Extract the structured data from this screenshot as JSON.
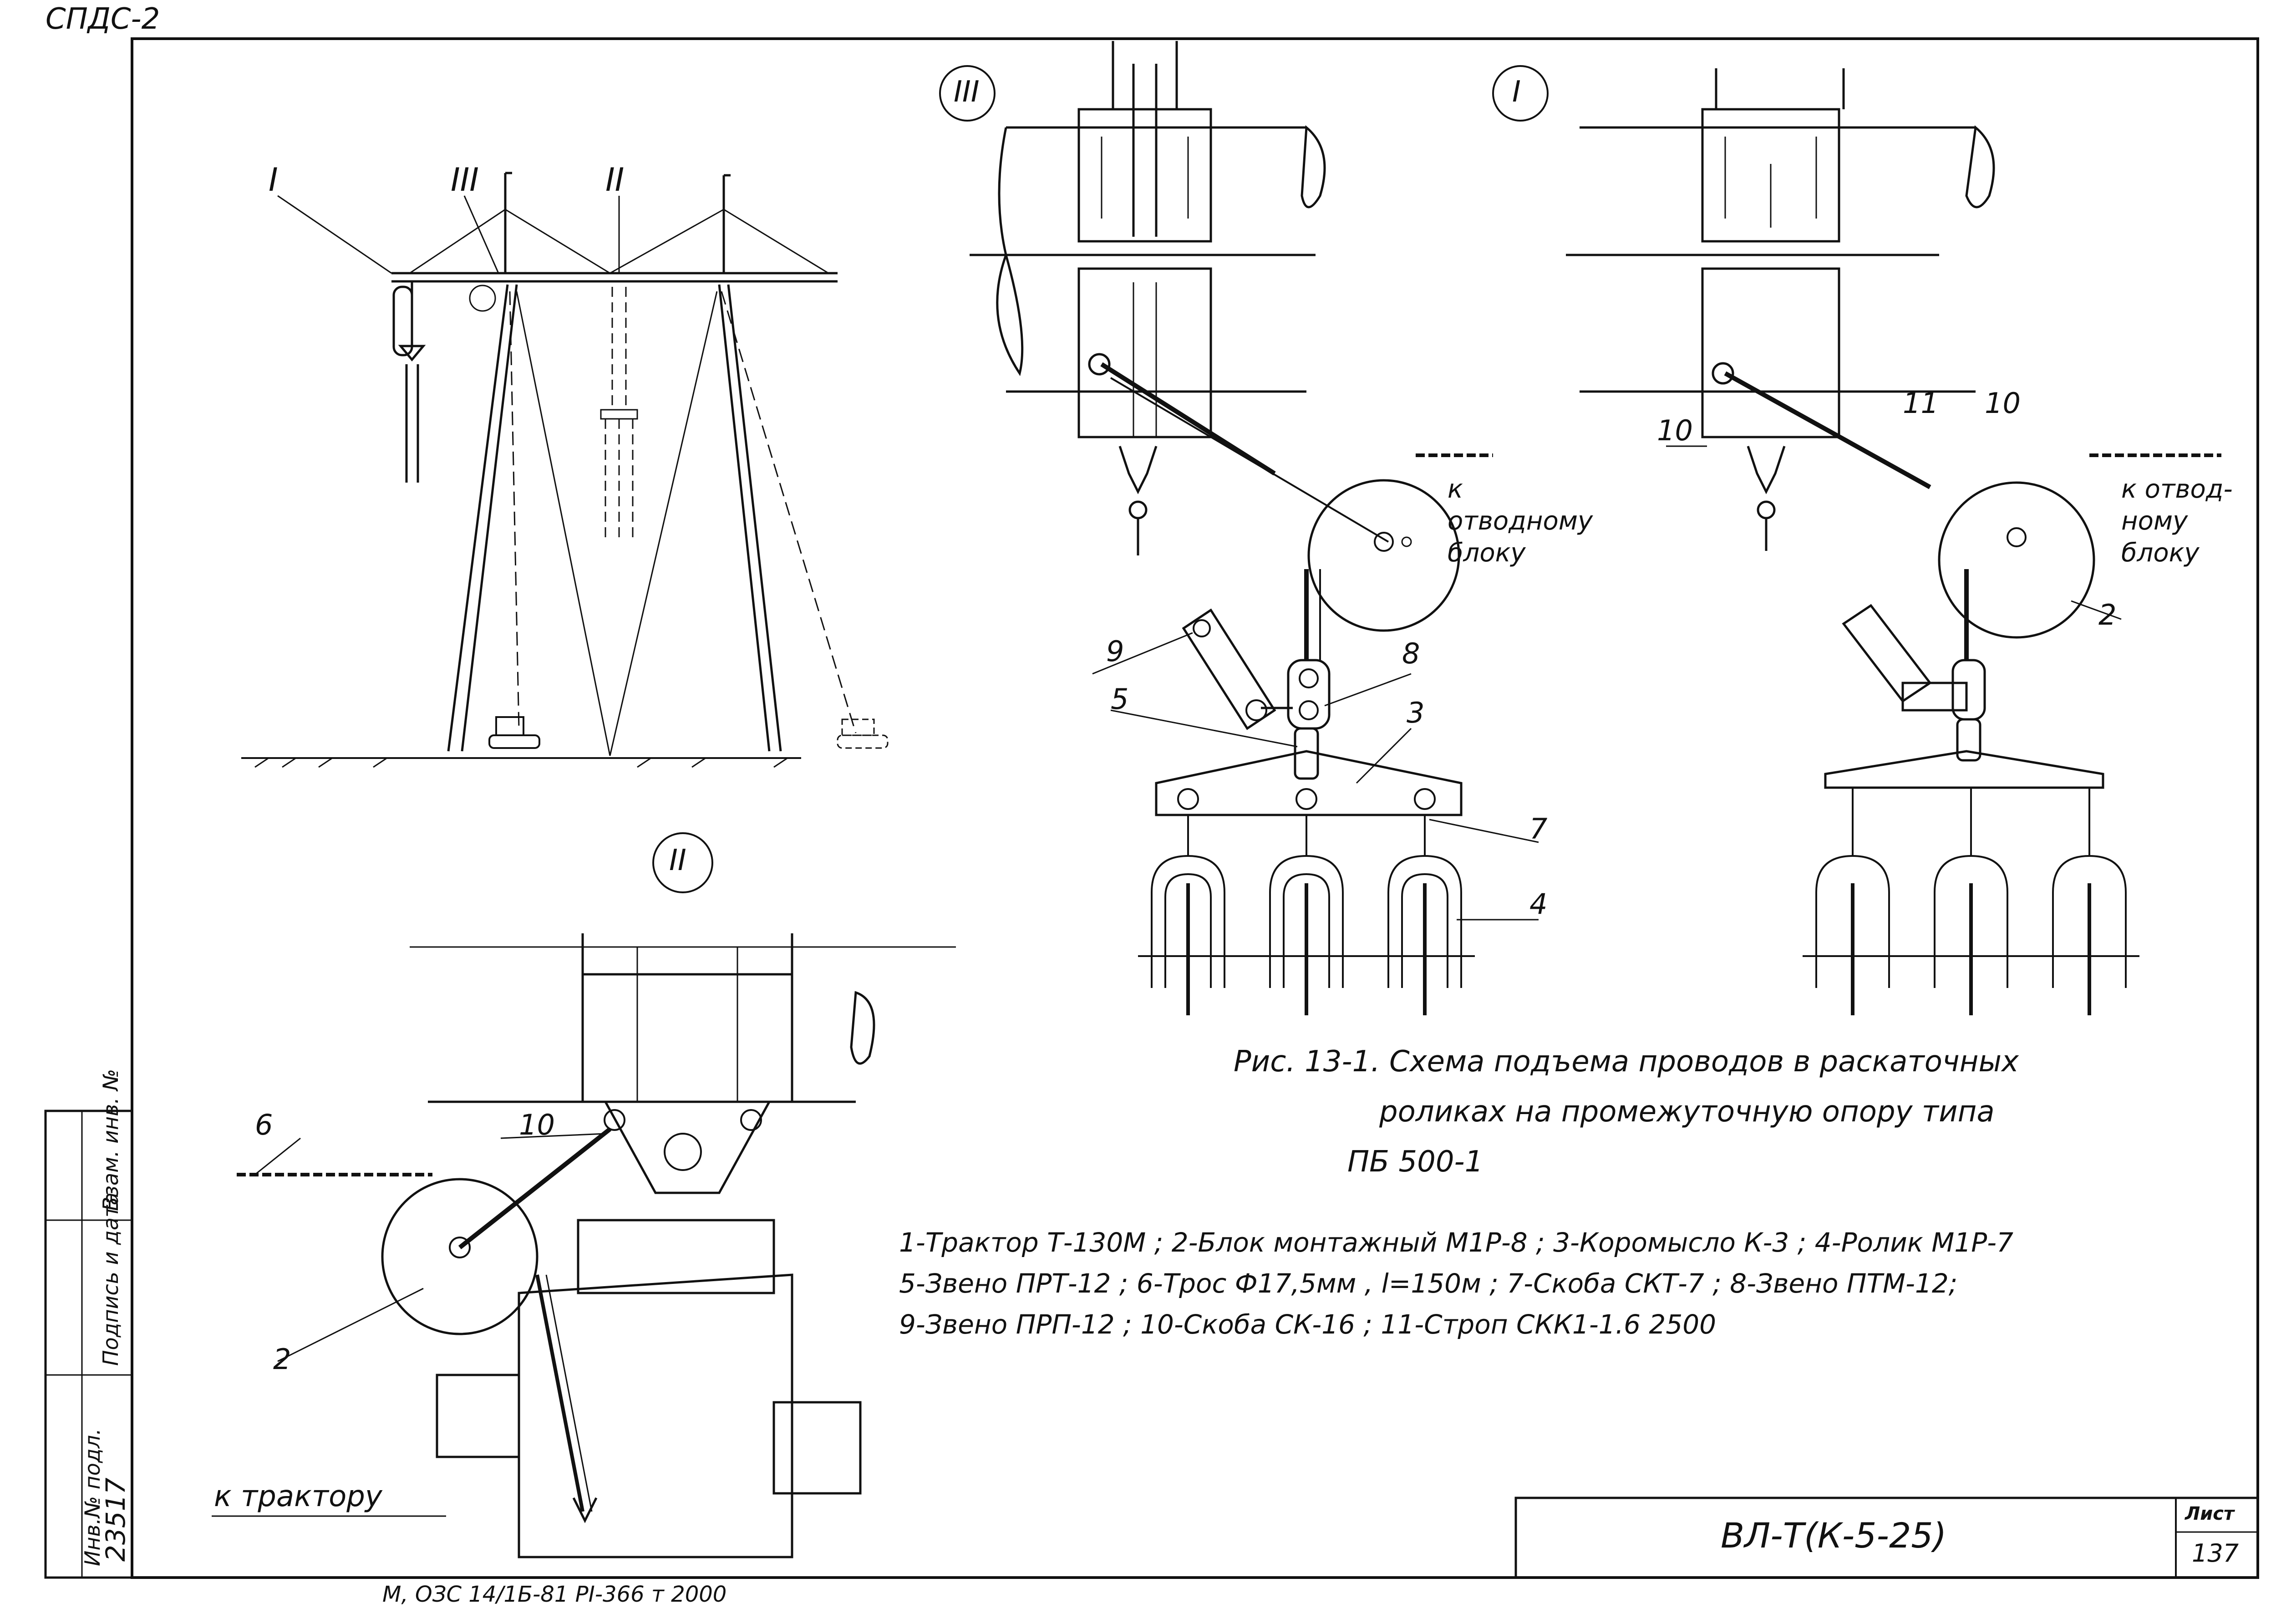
{
  "corner_code": "СПДС-2",
  "sections": {
    "s1": "I",
    "s2": "II",
    "s3": "III",
    "overview_sec1": "I",
    "overview_sec2": "II",
    "overview_sec3": "III"
  },
  "callouts": {
    "n2": "2",
    "n2b": "2",
    "n3": "3",
    "n4": "4",
    "n5": "5",
    "n6": "6",
    "n7": "7",
    "n8": "8",
    "n9": "9",
    "n10a": "10",
    "n10b": "10",
    "n10c": "10",
    "n11": "11"
  },
  "directions": {
    "to_block_left": "к отводному блоку",
    "to_block_right": "к отвод- ному блоку",
    "to_tractor": "к трактору"
  },
  "caption": {
    "line1": "Рис. 13-1. Схема подъема проводов в раскаточных",
    "line2": "роликах на промежуточную опору типа",
    "line3": "ПБ 500-1"
  },
  "legend": {
    "line1": "1-Трактор Т-130М ; 2-Блок монтажный М1Р-8 ; 3-Коромысло К-3 ; 4-Ролик М1Р-7",
    "line2": "5-Звено ПРТ-12 ; 6-Трос Ф17,5мм , l=150м ; 7-Скоба СКТ-7 ; 8-Звено ПТМ-12;",
    "line3": "9-Звено ПРП-12 ; 10-Скоба СК-16 ; 11-Строп СКК1-1.6 2500"
  },
  "title_block": {
    "designation": "ВЛ-Т(К-5-25)",
    "sheet_label": "Лист",
    "sheet_number": "137"
  },
  "side_stamp": {
    "inv_no_label": "Инв.№ подл.",
    "inv_no": "23517",
    "sign_date_label": "Подпись и дата",
    "replaced_label": "Взам. инв. №"
  },
  "bottom_note": "М, ОЗС 14/1Б-81 РІ-366 т 2000"
}
